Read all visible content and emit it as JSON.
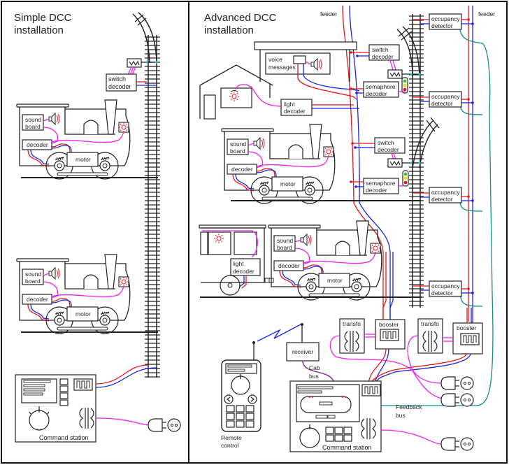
{
  "panels": {
    "simple": {
      "title_line1": "Simple DCC",
      "title_line2": "installation",
      "switch_decoder": [
        "switch",
        "decoder"
      ],
      "loco_top": {
        "sound": [
          "sound",
          "board"
        ],
        "decoder": "decoder",
        "motor": "motor"
      },
      "loco_bottom": {
        "sound": [
          "sound",
          "board"
        ],
        "decoder": "decoder",
        "motor": "motor"
      },
      "command_station": "Command station"
    },
    "advanced": {
      "title_line1": "Advanced DCC",
      "title_line2": "installation",
      "feeder_left": "feeder",
      "feeder_right": "feeder",
      "voice_messages": [
        "voice",
        "messages"
      ],
      "light_decoder_house": [
        "light",
        "decoder"
      ],
      "switch_decoder_1": [
        "switch",
        "decoder"
      ],
      "semaphore_decoder_1": [
        "semaphore",
        "decoder"
      ],
      "switch_decoder_2": [
        "switch",
        "decoder"
      ],
      "semaphore_decoder_2": [
        "semaphore",
        "decoder"
      ],
      "occupancy_detectors": [
        [
          "occupancy",
          "detector"
        ],
        [
          "occupancy",
          "detector"
        ],
        [
          "occupancy",
          "detector"
        ],
        [
          "occupancy",
          "detector"
        ]
      ],
      "loco_top": {
        "sound": [
          "sound",
          "board"
        ],
        "decoder": "decoder",
        "motor": "motor"
      },
      "loco_bottom": {
        "sound": [
          "sound",
          "board"
        ],
        "decoder": "decoder",
        "motor": "motor"
      },
      "coach_light_decoder": [
        "light",
        "decoder"
      ],
      "transfo_1": "transfo",
      "booster_1": "booster",
      "transfo_2": "transfo",
      "booster_2": "booster",
      "receiver": "receiver",
      "cab_bus": [
        "Cab",
        "bus"
      ],
      "remote_control": [
        "Remote",
        "control"
      ],
      "feedback_bus": [
        "Feedback",
        "bus"
      ],
      "command_station": "Command station"
    }
  },
  "colors": {
    "rail_red": "#e8141b",
    "rail_blue": "#1a22e0",
    "accessory_magenta": "#ee22ee",
    "feedback_teal": "#158a88",
    "cab_bus_purple": "#7a1a88",
    "signal_green": "#22cc22",
    "signal_yellow": "#eedd00",
    "signal_red": "#e8141b"
  }
}
